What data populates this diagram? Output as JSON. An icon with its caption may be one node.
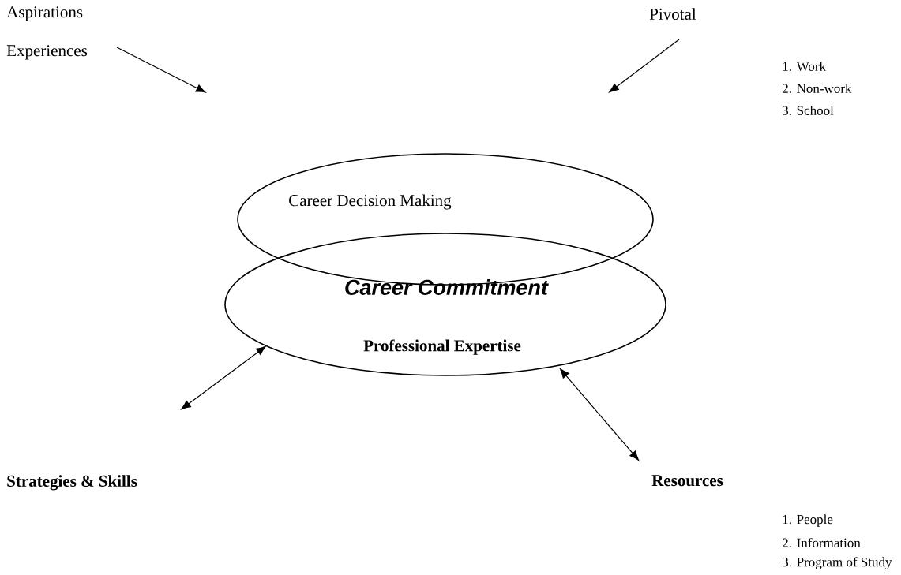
{
  "diagram": {
    "nodes": [
      {
        "text": [
          "Aspirations",
          "Experiences"
        ]
      },
      {
        "text": [
          "Pivotal"
        ]
      },
      {
        "text": [
          "Career Decision Making"
        ]
      },
      {
        "text": [
          "Career Commitment",
          "Professional Expertise"
        ]
      },
      {
        "text": [
          "Strategies & Skills"
        ]
      },
      {
        "text": [
          "Resources"
        ]
      }
    ],
    "edges": [
      {
        "from": 0,
        "to": null,
        "arrow": "to"
      },
      {
        "from": 1,
        "to": null,
        "arrow": "to"
      },
      {
        "from": null,
        "to": 3,
        "arrow": "both"
      },
      {
        "from": 5,
        "to": 3,
        "arrow": "both"
      }
    ],
    "labels": [
      "1. Work",
      "2. Non-work",
      "3. School",
      "1. People",
      "2. Information",
      "3. Program of Study"
    ]
  }
}
